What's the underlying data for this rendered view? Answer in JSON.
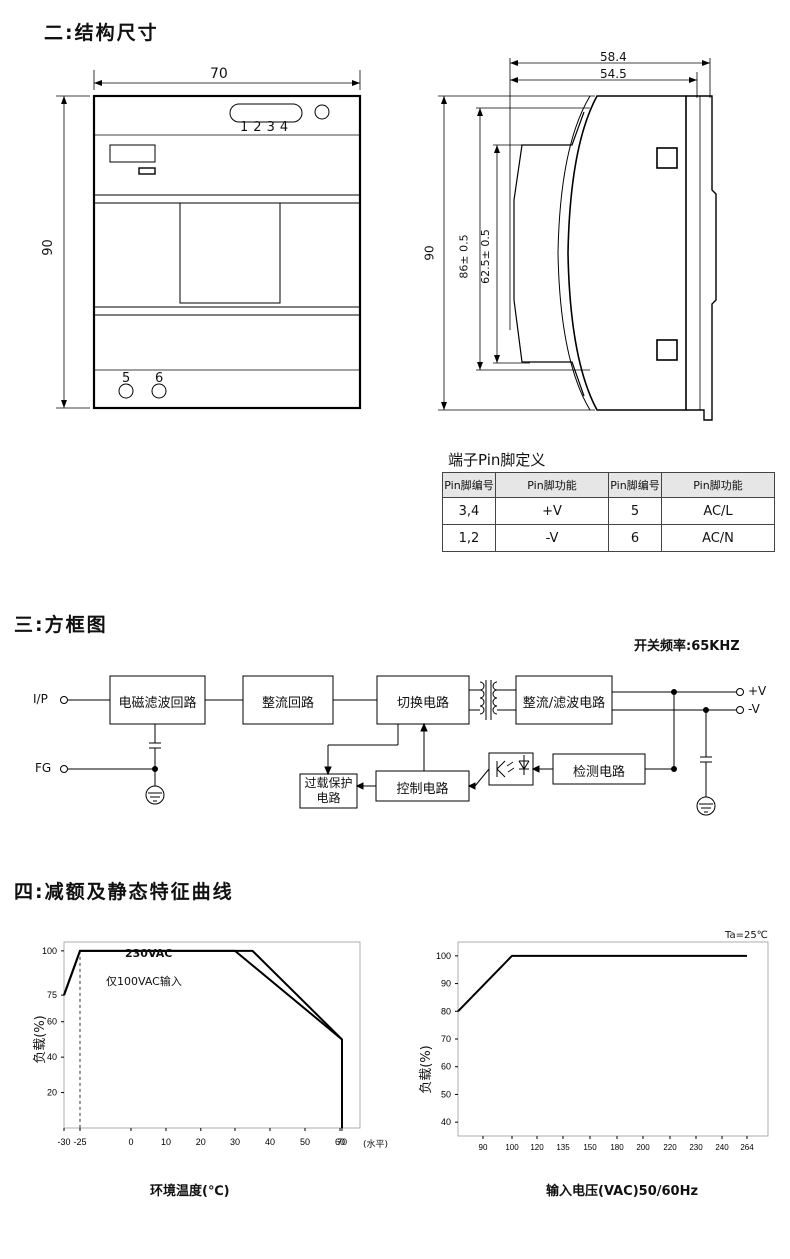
{
  "sections": {
    "dimensions_title": "二:结构尺寸",
    "block_title": "三:方框图",
    "curve_title": "四:减额及静态特征曲线"
  },
  "front_view": {
    "width_label": "70",
    "height_label": "90",
    "pins_top": [
      "1",
      "2",
      "3",
      "4"
    ],
    "pin5": "5",
    "pin6": "6"
  },
  "side_view": {
    "depth_outer": "58.4",
    "depth_inner": "54.5",
    "height_label": "90",
    "rail_outer": "86± 0.5",
    "rail_inner": "62.5± 0.5"
  },
  "pin_table": {
    "caption": "端子Pin脚定义",
    "headers": [
      "Pin脚编号",
      "Pin脚功能",
      "Pin脚编号",
      "Pin脚功能"
    ],
    "rows": [
      [
        "3,4",
        "+V",
        "5",
        "AC/L"
      ],
      [
        "1,2",
        "-V",
        "6",
        "AC/N"
      ]
    ]
  },
  "block_diagram": {
    "switching_freq": "开关频率:65KHZ",
    "input_ip": "I/P",
    "input_fg": "FG",
    "out_pos": "+V",
    "out_neg": "-V",
    "blocks": {
      "emi": "电磁滤波回路",
      "rectifier": "整流回路",
      "switching": "切换电路",
      "output_filter": "整流/滤波电路",
      "protection_1": "过载保护",
      "protection_2": "电路",
      "control": "控制电路",
      "detection": "检测电路"
    }
  },
  "derating_chart": {
    "ylabel": "负载(%)",
    "xlabel": "环境温度(℃)",
    "x_unit": "(水平)",
    "label_230": "230VAC",
    "label_100": "仅100VAC输入",
    "x_ticks": [
      "-30",
      "-25",
      "0",
      "10",
      "20",
      "30",
      "40",
      "50",
      "60",
      "70"
    ],
    "y_ticks": [
      "20",
      "40",
      "60",
      "75",
      "100"
    ]
  },
  "static_chart": {
    "ylabel": "负载(%)",
    "xlabel": "输入电压(VAC)50/60Hz",
    "ta": "Ta=25℃",
    "x_ticks": [
      "90",
      "100",
      "120",
      "135",
      "150",
      "180",
      "200",
      "220",
      "230",
      "240",
      "264"
    ],
    "y_ticks": [
      "40",
      "50",
      "60",
      "70",
      "80",
      "90",
      "100"
    ]
  },
  "chart_data": [
    {
      "type": "line",
      "title": "",
      "xlabel": "环境温度(℃)",
      "ylabel": "负载(%)",
      "xlim": [
        -30,
        75
      ],
      "ylim": [
        0,
        105
      ],
      "series": [
        {
          "name": "230VAC",
          "x": [
            -30,
            -25,
            35,
            70,
            70
          ],
          "y": [
            75,
            100,
            100,
            50,
            0
          ]
        },
        {
          "name": "仅100VAC输入",
          "x": [
            -30,
            -25,
            30,
            70,
            70
          ],
          "y": [
            75,
            100,
            100,
            50,
            0
          ]
        }
      ]
    },
    {
      "type": "line",
      "title": "",
      "xlabel": "输入电压(VAC)50/60Hz",
      "ylabel": "负载(%)",
      "ylim": [
        35,
        105
      ],
      "series": [
        {
          "name": "",
          "x": [
            85,
            100,
            264
          ],
          "y": [
            80,
            100,
            100
          ]
        }
      ]
    }
  ]
}
